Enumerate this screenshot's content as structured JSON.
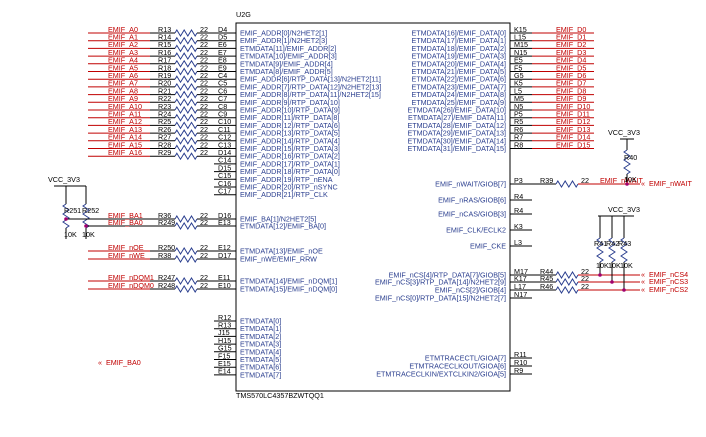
{
  "part": {
    "ref": "U2G",
    "name": "TMS570LC4357BZWTQQ1"
  },
  "left_nets": [
    {
      "net": "EMIF_A0",
      "res": "R13",
      "val": "22",
      "pin": "D4",
      "sig": "EMIF_ADDR[0]/N2HET2[1]"
    },
    {
      "net": "EMIF_A1",
      "res": "R14",
      "val": "22",
      "pin": "D5",
      "sig": "EMIF_ADDR[1]/N2HET2[3]"
    },
    {
      "net": "EMIF_A2",
      "res": "R15",
      "val": "22",
      "pin": "E6",
      "sig": "ETMDATA[11]/EMIF_ADDR[2]"
    },
    {
      "net": "EMIF_A3",
      "res": "R16",
      "val": "22",
      "pin": "E7",
      "sig": "ETMDATA[10]/EMIF_ADDR[3]"
    },
    {
      "net": "EMIF_A4",
      "res": "R17",
      "val": "22",
      "pin": "E8",
      "sig": "ETMDATA[9]/EMIF_ADDR[4]"
    },
    {
      "net": "EMIF_A5",
      "res": "R18",
      "val": "22",
      "pin": "E9",
      "sig": "ETMDATA[8]/EMIF_ADDR[5]"
    },
    {
      "net": "EMIF_A6",
      "res": "R19",
      "val": "22",
      "pin": "C4",
      "sig": "EMIF_ADDR[6]/RTP_DATA[13]/N2HET2[11]"
    },
    {
      "net": "EMIF_A7",
      "res": "R20",
      "val": "22",
      "pin": "C5",
      "sig": "EMIF_ADDR[7]/RTP_DATA[12]/N2HET2[13]"
    },
    {
      "net": "EMIF_A8",
      "res": "R21",
      "val": "22",
      "pin": "C6",
      "sig": "EMIF_ADDR[8]/RTP_DATA[11]/N2HET2[15]"
    },
    {
      "net": "EMIF_A9",
      "res": "R22",
      "val": "22",
      "pin": "C7",
      "sig": "EMIF_ADDR[9]/RTP_DATA[10]"
    },
    {
      "net": "EMIF_A10",
      "res": "R23",
      "val": "22",
      "pin": "C8",
      "sig": "EMIF_ADDR[10]/RTP_DATA[9]"
    },
    {
      "net": "EMIF_A11",
      "res": "R24",
      "val": "22",
      "pin": "C9",
      "sig": "EMIF_ADDR[11]/RTP_DATA[8]"
    },
    {
      "net": "EMIF_A12",
      "res": "R25",
      "val": "22",
      "pin": "C10",
      "sig": "EMIF_ADDR[12]/RTP_DATA[6]"
    },
    {
      "net": "EMIF_A13",
      "res": "R26",
      "val": "22",
      "pin": "C11",
      "sig": "EMIF_ADDR[13]/RTP_DATA[5]"
    },
    {
      "net": "EMIF_A14",
      "res": "R27",
      "val": "22",
      "pin": "C12",
      "sig": "EMIF_ADDR[14]/RTP_DATA[4]"
    },
    {
      "net": "EMIF_A15",
      "res": "R28",
      "val": "22",
      "pin": "C13",
      "sig": "EMIF_ADDR[15]/RTP_DATA[3]"
    },
    {
      "net": "EMIF_A16",
      "res": "R29",
      "val": "22",
      "pin": "D14",
      "sig": "EMIF_ADDR[16]/RTP_DATA[2]"
    },
    {
      "net": "",
      "res": "",
      "val": "",
      "pin": "C14",
      "sig": "EMIF_ADDR[17]/RTP_DATA[1]"
    },
    {
      "net": "",
      "res": "",
      "val": "",
      "pin": "D15",
      "sig": "EMIF_ADDR[18]/RTP_DATA[0]"
    },
    {
      "net": "",
      "res": "",
      "val": "",
      "pin": "C15",
      "sig": "EMIF_ADDR[19]/RTP_nENA"
    },
    {
      "net": "",
      "res": "",
      "val": "",
      "pin": "C16",
      "sig": "EMIF_ADDR[20]/RTP_nSYNC"
    },
    {
      "net": "",
      "res": "",
      "val": "",
      "pin": "C17",
      "sig": "EMIF_ADDR[21]/RTP_CLK"
    }
  ],
  "left_mid": [
    {
      "net": "EMIF_BA1",
      "res": "R36",
      "val": "22",
      "pin": "D16",
      "sig": "EMIF_BA[1]/N2HET2[5]"
    },
    {
      "net": "EMIF_BA0",
      "res": "R249",
      "val": "22",
      "pin": "E13",
      "sig": "ETMDATA[12]/EMIF_BA[0]"
    },
    {
      "net": "EMIF_nOE",
      "res": "R250",
      "val": "22",
      "pin": "E12",
      "sig": "ETMDATA[13]/EMIF_nOE"
    },
    {
      "net": "EMIF_nWE",
      "res": "R38",
      "val": "22",
      "pin": "D17",
      "sig": "EMIF_nWE/EMIF_RRW"
    },
    {
      "net": "EMIF_nDQM1",
      "res": "R247",
      "val": "22",
      "pin": "E11",
      "sig": "ETMDATA[14]/EMIF_nDQM[1]"
    },
    {
      "net": "EMIF_nDQM0",
      "res": "R248",
      "val": "22",
      "pin": "E10",
      "sig": "ETMDATA[15]/EMIF_nDQM[0]"
    }
  ],
  "left_etm": [
    {
      "pin": "R12",
      "sig": "ETMDATA[0]"
    },
    {
      "pin": "R13",
      "sig": "ETMDATA[1]"
    },
    {
      "pin": "J15",
      "sig": "ETMDATA[2]"
    },
    {
      "pin": "H15",
      "sig": "ETMDATA[3]"
    },
    {
      "pin": "G15",
      "sig": "ETMDATA[4]"
    },
    {
      "pin": "F15",
      "sig": "ETMDATA[5]"
    },
    {
      "pin": "E15",
      "sig": "ETMDATA[6]"
    },
    {
      "pin": "E14",
      "sig": "ETMDATA[7]"
    }
  ],
  "right_data": [
    {
      "sig": "ETMDATA[16]/EMIF_DATA[0]",
      "pin": "K15",
      "net": "EMIF_D0"
    },
    {
      "sig": "ETMDATA[17]/EMIF_DATA[1]",
      "pin": "L15",
      "net": "EMIF_D1"
    },
    {
      "sig": "ETMDATA[18]/EMIF_DATA[2]",
      "pin": "M15",
      "net": "EMIF_D2"
    },
    {
      "sig": "ETMDATA[19]/EMIF_DATA[3]",
      "pin": "N15",
      "net": "EMIF_D3"
    },
    {
      "sig": "ETMDATA[20]/EMIF_DATA[4]",
      "pin": "E5",
      "net": "EMIF_D4"
    },
    {
      "sig": "ETMDATA[21]/EMIF_DATA[5]",
      "pin": "F5",
      "net": "EMIF_D5"
    },
    {
      "sig": "ETMDATA[22]/EMIF_DATA[6]",
      "pin": "G5",
      "net": "EMIF_D6"
    },
    {
      "sig": "ETMDATA[23]/EMIF_DATA[7]",
      "pin": "K5",
      "net": "EMIF_D7"
    },
    {
      "sig": "ETMDATA[24]/EMIF_DATA[8]",
      "pin": "L5",
      "net": "EMIF_D8"
    },
    {
      "sig": "ETMDATA[25]/EMIF_DATA[9]",
      "pin": "M5",
      "net": "EMIF_D9"
    },
    {
      "sig": "ETMDATA[26]/EMIF_DATA[10]",
      "pin": "N5",
      "net": "EMIF_D10"
    },
    {
      "sig": "ETMDATA[27]/EMIF_DATA[11]",
      "pin": "P5",
      "net": "EMIF_D11"
    },
    {
      "sig": "ETMDATA[28]/EMIF_DATA[12]",
      "pin": "R5",
      "net": "EMIF_D12"
    },
    {
      "sig": "ETMDATA[29]/EMIF_DATA[13]",
      "pin": "R6",
      "net": "EMIF_D13"
    },
    {
      "sig": "ETMDATA[30]/EMIF_DATA[14]",
      "pin": "R7",
      "net": "EMIF_D14"
    },
    {
      "sig": "ETMDATA[31]/EMIF_DATA[15]",
      "pin": "R8",
      "net": "EMIF_D15"
    }
  ],
  "right_ctrl": [
    {
      "sig": "EMIF_nWAIT/GIOB[7]",
      "pin": "P3"
    },
    {
      "sig": "EMIF_nRAS/GIOB[6]",
      "pin": "R4"
    },
    {
      "sig": "EMIF_nCAS/GIOB[3]",
      "pin": "R4"
    },
    {
      "sig": "EMIF_CLK/ECLK2",
      "pin": "K3"
    },
    {
      "sig": "EMIF_CKE",
      "pin": "L3"
    }
  ],
  "right_cs": [
    {
      "sig": "EMIF_nCS[4]/RTP_DATA[7]/GIOB[5]",
      "pin": "M17",
      "res": "R44",
      "val": "22",
      "net": "EMIF_nCS4"
    },
    {
      "sig": "EMIF_nCS[3]/RTP_DATA[14]/N2HET2[9]",
      "pin": "K17",
      "res": "R45",
      "val": "22",
      "net": "EMIF_nCS3"
    },
    {
      "sig": "EMIF_nCS[2]/GIOB[4]",
      "pin": "L17",
      "res": "R46",
      "val": "22",
      "net": "EMIF_nCS2"
    },
    {
      "sig": "EMIF_nCS[0]/RTP_DATA[15]/N2HET2[7]",
      "pin": "N17",
      "res": "",
      "val": "",
      "net": ""
    }
  ],
  "right_trace": [
    {
      "sig": "ETMTRACECTL/GIOA[7]",
      "pin": "R11"
    },
    {
      "sig": "ETMTRACECLKOUT/GIOA[6]",
      "pin": "R10"
    },
    {
      "sig": "ETMTRACECLKIN/EXTCLKIN2/GIOA[5]",
      "pin": "R9"
    }
  ],
  "nwait": {
    "res": "R39",
    "val": "22",
    "net": "EMIF_nWAIT",
    "pullup_res": "R40",
    "pullup_val": "10K",
    "power": "VCC_3V3"
  },
  "cs_pullups": {
    "power": "VCC_3V3",
    "res": [
      "R41",
      "R42",
      "R43"
    ],
    "vals": [
      "10K",
      "10K",
      "10K"
    ]
  },
  "ba_pullups": {
    "power": "VCC_3V3",
    "res": [
      "R251",
      "R252"
    ],
    "vals": [
      "10K",
      "10K"
    ]
  },
  "offpage": {
    "net": "EMIF_BA0"
  }
}
